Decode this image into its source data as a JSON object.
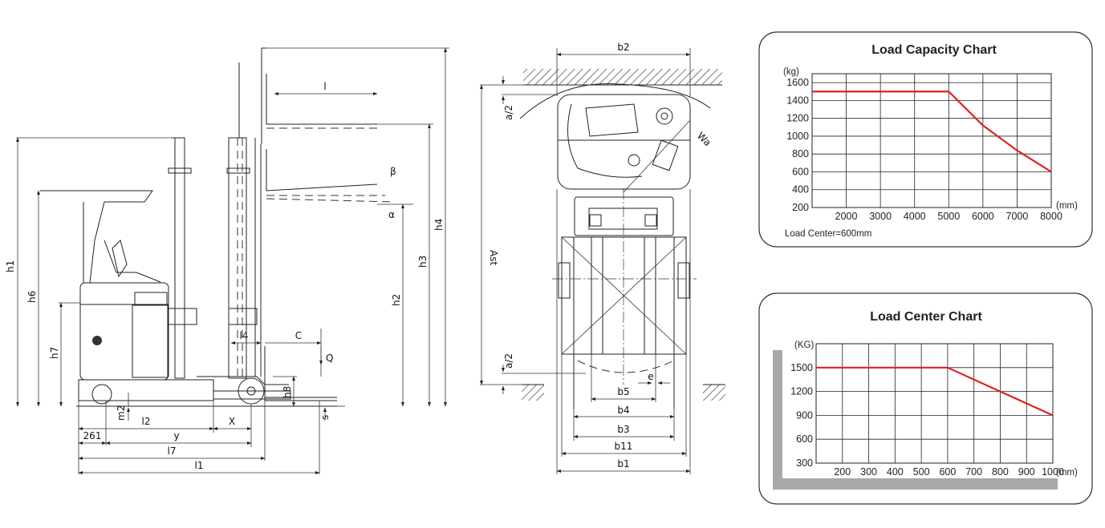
{
  "side_view": {
    "dims": {
      "h1": "h1",
      "h6": "h6",
      "h7": "h7",
      "h2": "h2",
      "h3": "h3",
      "h4": "h4",
      "h8": "h8",
      "l": "l",
      "l4": "l4",
      "c": "C",
      "q": "Q",
      "alpha": "α",
      "beta": "β",
      "m2": "m2",
      "s": "s",
      "l2": "l2",
      "x": "X",
      "l261": "261",
      "y": "y",
      "l7": "l7",
      "l1": "l1"
    }
  },
  "top_view": {
    "dims": {
      "b2": "b2",
      "ast": "Ast",
      "a2_top": "a/2",
      "a2_bottom": "a/2",
      "wa": "Wa",
      "e": "e",
      "b5": "b5",
      "b4": "b4",
      "b3": "b3",
      "b11": "b11",
      "b1": "b1"
    }
  },
  "chart_data": [
    {
      "type": "line",
      "title": "Load Capacity Chart",
      "y_unit": "(kg)",
      "x_unit": "(mm)",
      "note": "Load Center=600mm",
      "x_ticks": [
        2000,
        3000,
        4000,
        5000,
        6000,
        7000,
        8000
      ],
      "y_ticks": [
        200,
        400,
        600,
        800,
        1000,
        1200,
        1400,
        1600
      ],
      "xlim": [
        1000,
        8000
      ],
      "ylim": [
        200,
        1700
      ],
      "grid": true,
      "color": "#e02020",
      "x": [
        1000,
        5000,
        6000,
        7000,
        8000
      ],
      "values": [
        1500,
        1500,
        1120,
        840,
        600
      ]
    },
    {
      "type": "line",
      "title": "Load Center Chart",
      "y_unit": "(KG)",
      "x_unit": "(mm)",
      "x_ticks": [
        200,
        300,
        400,
        500,
        600,
        700,
        800,
        900,
        1000
      ],
      "y_ticks": [
        300,
        600,
        900,
        1200,
        1500
      ],
      "xlim": [
        100,
        1000
      ],
      "ylim": [
        300,
        1800
      ],
      "grid": true,
      "color": "#e02020",
      "x": [
        100,
        600,
        800,
        1000
      ],
      "values": [
        1500,
        1500,
        1200,
        900
      ]
    }
  ]
}
